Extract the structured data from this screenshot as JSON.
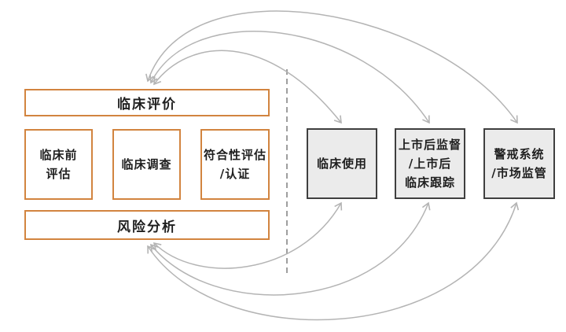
{
  "diagram": {
    "title_hint": "clinical-evaluation-process-flow",
    "left_panel": {
      "clinical_evaluation": "临床评价",
      "preclinical": {
        "line1": "临床前",
        "line2": "评估"
      },
      "clinical_investigation": "临床调查",
      "conformity": {
        "line1": "符合性评估",
        "line2": "/认证"
      },
      "risk_analysis": "风险分析"
    },
    "right_panel": {
      "clinical_use": "临床使用",
      "post_market": {
        "line1": "上市后监督",
        "line2": "/上市后",
        "line3": "临床跟踪"
      },
      "vigilance": {
        "line1": "警戒系统",
        "line2": "/市场监管"
      }
    },
    "colors": {
      "orange_box_border": "#D2843F",
      "gray_box_border": "#3F3F3F",
      "gray_box_fill": "#EBEBEB",
      "arrow": "#B4B4B4",
      "dashed_divider": "#9E9E9E",
      "text": "#1F1F1F",
      "background": "#FFFFFF"
    }
  }
}
